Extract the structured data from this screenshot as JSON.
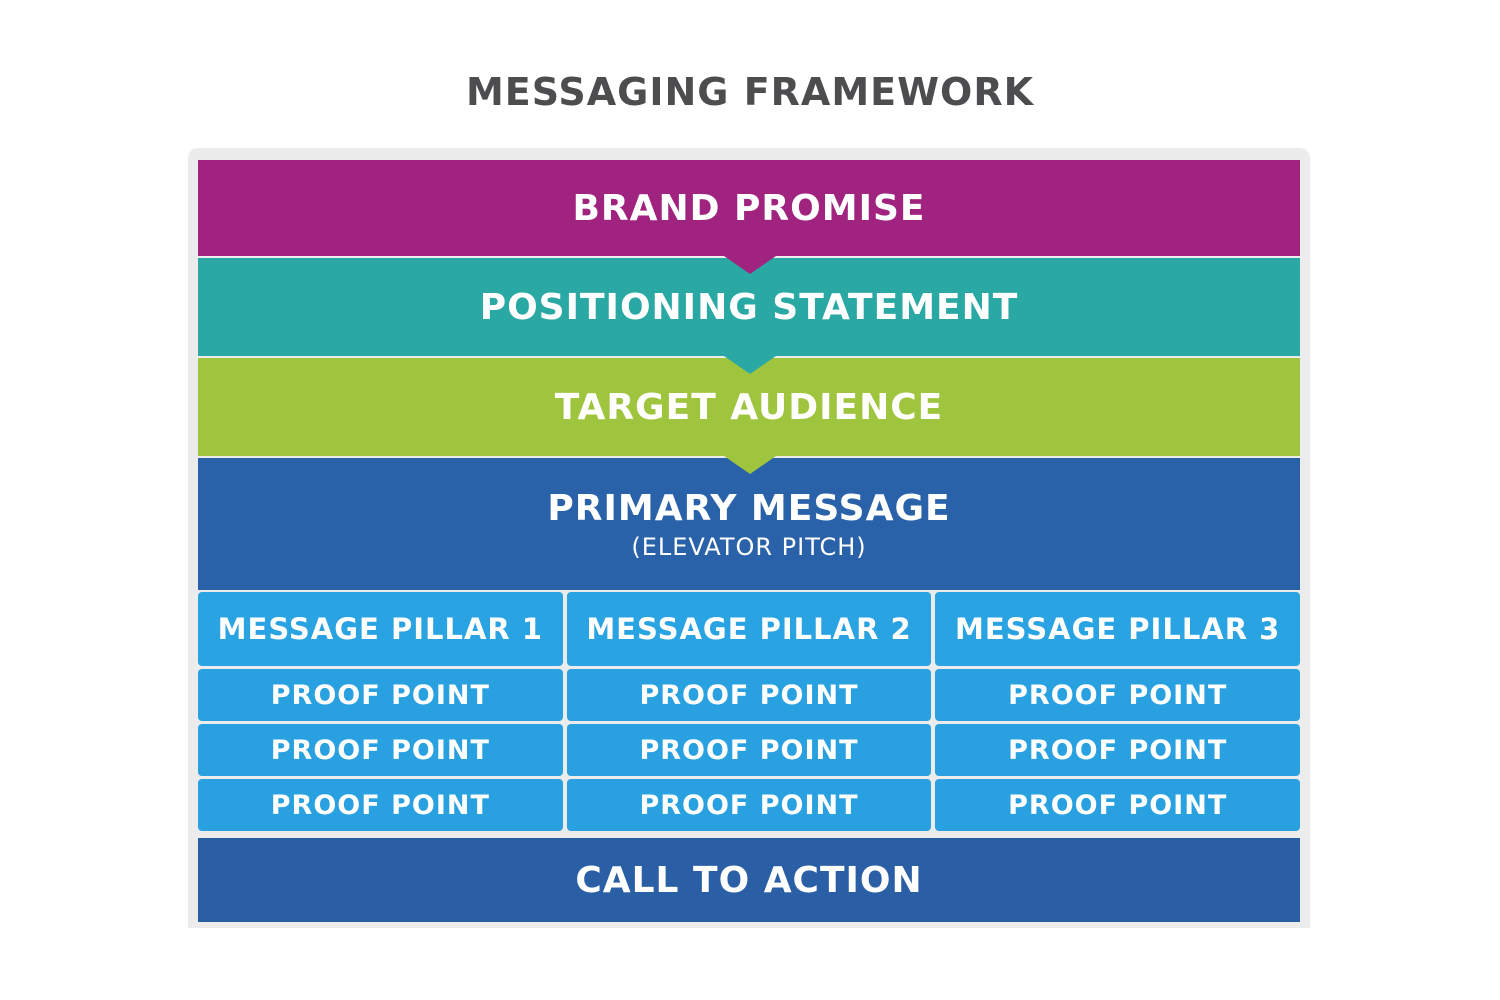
{
  "title": "MESSAGING FRAMEWORK",
  "colors": {
    "brand_promise": "#a0237f",
    "positioning_statement": "#2aa9a4",
    "target_audience": "#9fc43d",
    "primary_message": "#2a62a9",
    "pillars": "#2aa3e2",
    "call_to_action": "#2a5fa6"
  },
  "layers": {
    "brand_promise": "BRAND PROMISE",
    "positioning_statement": "POSITIONING STATEMENT",
    "target_audience": "TARGET AUDIENCE",
    "primary_message": "PRIMARY MESSAGE",
    "primary_message_sub": "(ELEVATOR PITCH)",
    "call_to_action": "CALL TO ACTION"
  },
  "pillars": [
    {
      "label": "MESSAGE PILLAR 1",
      "proofs": [
        "PROOF POINT",
        "PROOF POINT",
        "PROOF POINT"
      ]
    },
    {
      "label": "MESSAGE PILLAR 2",
      "proofs": [
        "PROOF POINT",
        "PROOF POINT",
        "PROOF POINT"
      ]
    },
    {
      "label": "MESSAGE PILLAR 3",
      "proofs": [
        "PROOF POINT",
        "PROOF POINT",
        "PROOF POINT"
      ]
    }
  ]
}
